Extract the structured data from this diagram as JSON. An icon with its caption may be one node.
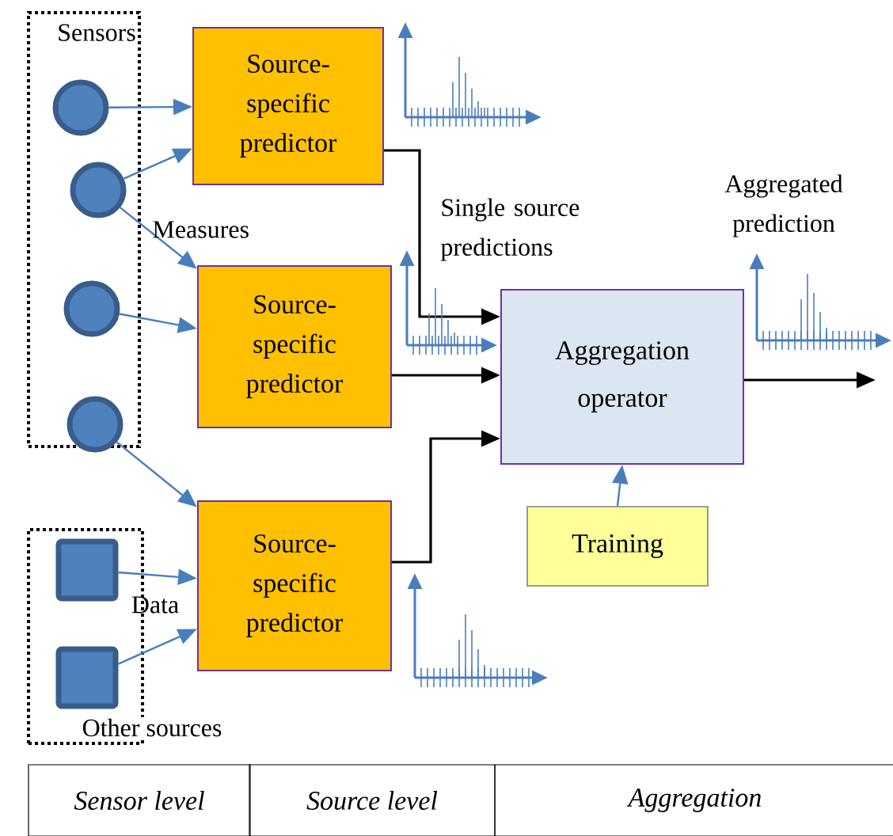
{
  "diagram": {
    "nodes": [
      {
        "text": [
          "Sensors"
        ]
      },
      {
        "text": [],
        "shape": "circle",
        "in": 0
      },
      {
        "text": [],
        "shape": "circle",
        "in": 0
      },
      {
        "text": [],
        "shape": "circle",
        "in": 0
      },
      {
        "text": [],
        "shape": "circle",
        "in": 0
      },
      {
        "text": [
          "Other sources"
        ]
      },
      {
        "text": [],
        "shape": "box",
        "in": 5
      },
      {
        "text": [],
        "shape": "box",
        "in": 5
      },
      {
        "text": [
          "Source-specific predictor"
        ]
      },
      {
        "text": [
          "Source-specific predictor"
        ]
      },
      {
        "text": [
          "Source-specific predictor"
        ]
      },
      {
        "text": [
          "Aggregation operator"
        ]
      },
      {
        "text": [
          "Training"
        ]
      }
    ],
    "edges": [
      {
        "from": 1,
        "to": 8,
        "arrow": "to"
      },
      {
        "from": 2,
        "to": 8,
        "arrow": "to"
      },
      {
        "from": 2,
        "to": 9,
        "arrow": "to"
      },
      {
        "from": 3,
        "to": 9,
        "arrow": "to"
      },
      {
        "from": 4,
        "to": 10,
        "arrow": "to"
      },
      {
        "from": 6,
        "to": 10,
        "arrow": "to"
      },
      {
        "from": 7,
        "to": 10,
        "arrow": "to"
      },
      {
        "from": 8,
        "to": 11,
        "arrow": "to",
        "color": "#000000"
      },
      {
        "from": 9,
        "to": 11,
        "arrow": "to",
        "color": "#000000"
      },
      {
        "from": 10,
        "to": 11,
        "arrow": "to",
        "color": "#000000"
      },
      {
        "from": 12,
        "to": 11,
        "arrow": "to"
      },
      {
        "from": 11,
        "to": null,
        "arrow": "to",
        "color": "#000000"
      }
    ],
    "labels": [
      "Measures",
      "Single source predictions",
      "Aggregated prediction",
      "Data",
      "Sensor level",
      "Source level",
      "Aggregation"
    ]
  }
}
